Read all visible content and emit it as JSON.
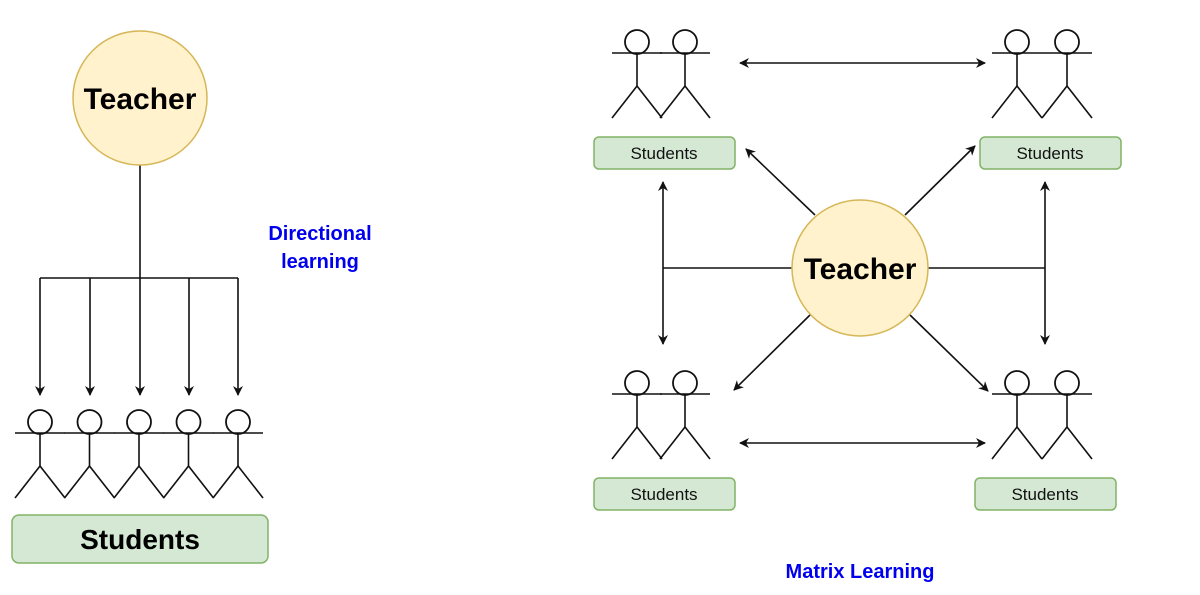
{
  "colors": {
    "teacher_fill": "#fff2cc",
    "teacher_stroke": "#d6b656",
    "students_fill": "#d5e8d4",
    "students_stroke": "#82b366",
    "label": "#0000ee"
  },
  "directional": {
    "teacher": "Teacher",
    "students": "Students",
    "caption_line1": "Directional",
    "caption_line2": "learning",
    "student_count": 5
  },
  "matrix": {
    "teacher": "Teacher",
    "groups": [
      {
        "label": "Students"
      },
      {
        "label": "Students"
      },
      {
        "label": "Students"
      },
      {
        "label": "Students"
      }
    ],
    "caption": "Matrix Learning"
  }
}
